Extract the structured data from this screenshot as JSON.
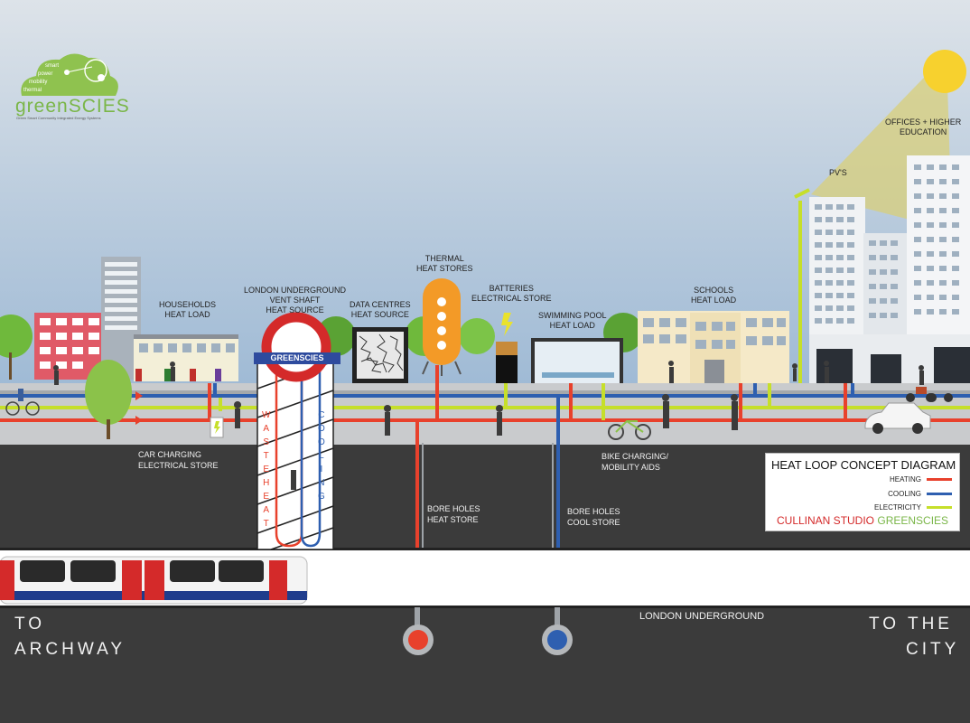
{
  "logo": {
    "word": "greenSCIES",
    "tagline": "Green Smart Community Integrated Energy Systems",
    "words": [
      "smart",
      "power",
      "mobility",
      "thermal"
    ]
  },
  "labels": {
    "households": [
      "HOUSEHOLDS",
      "HEAT LOAD"
    ],
    "underground_vent": [
      "LONDON UNDERGROUND",
      "VENT SHAFT",
      "HEAT SOURCE"
    ],
    "data_centres": [
      "DATA CENTRES",
      "HEAT SOURCE"
    ],
    "thermal": [
      "THERMAL",
      "HEAT STORES"
    ],
    "batteries": [
      "BATTERIES",
      "ELECTRICAL STORE"
    ],
    "swimming": [
      "SWIMMING POOL",
      "HEAT LOAD"
    ],
    "schools": [
      "SCHOOLS",
      "HEAT LOAD"
    ],
    "offices": [
      "OFFICES + HIGHER",
      "EDUCATION"
    ],
    "pvs": "PV'S",
    "car_charging": [
      "CAR CHARGING",
      "ELECTRICAL STORE"
    ],
    "bike_charging": [
      "BIKE CHARGING/",
      "MOBILITY AIDS"
    ],
    "bore_heat": [
      "BORE HOLES",
      "HEAT STORE"
    ],
    "bore_cool": [
      "BORE HOLES",
      "COOL STORE"
    ],
    "london_underground": "LONDON UNDERGROUND",
    "to_archway": [
      "TO",
      "ARCHWAY"
    ],
    "to_city": [
      "TO THE",
      "CITY"
    ],
    "roundel": "GREENSCIES",
    "waste_heat": "WASTE HEAT",
    "cooling": "COOLING"
  },
  "legend": {
    "title": "HEAT LOOP CONCEPT DIAGRAM",
    "items": [
      {
        "label": "HEATING",
        "color": "#e8412c"
      },
      {
        "label": "COOLING",
        "color": "#2e5fb0"
      },
      {
        "label": "ELECTRICITY",
        "color": "#c6df2a"
      }
    ],
    "credit_a": "CULLINAN STUDIO",
    "credit_b": "GREENSCIES",
    "credit_a_color": "#d42a2a",
    "credit_b_color": "#7ab648"
  },
  "colors": {
    "heating": "#e8412c",
    "cooling": "#2e5fb0",
    "electricity": "#c6df2a",
    "ground": "#3b3b3b",
    "sun": "#f7d12e"
  }
}
